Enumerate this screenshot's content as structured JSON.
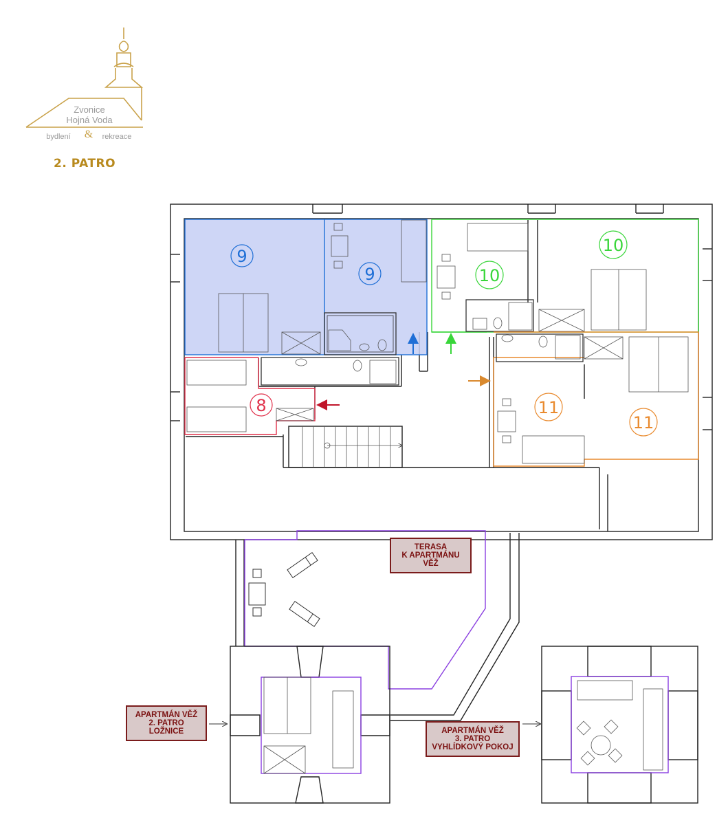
{
  "logo": {
    "line1": "Zvonice",
    "line2": "Hojná Voda",
    "line3_left": "bydlení",
    "line3_amp": "&",
    "line3_right": "rekreace",
    "color": "#c9a24a"
  },
  "floor_title": "2. PATRO",
  "units": [
    {
      "number": "9",
      "color": "#1f6fd6",
      "fill": "#c5cff5"
    },
    {
      "number": "10",
      "color": "#39d63a"
    },
    {
      "number": "11",
      "color": "#e98a2e"
    },
    {
      "number": "8",
      "color": "#e0304a"
    }
  ],
  "callouts": {
    "terasa": [
      "TERASA",
      "K APARTMÁNU",
      "VĚŽ"
    ],
    "vez2": [
      "APARTMÁN VĚŽ",
      "2. PATRO",
      "LOŽNICE"
    ],
    "vez3": [
      "APARTMÁN VĚŽ",
      "3. PATRO",
      "VYHLÍDKOVÝ POKOJ"
    ]
  },
  "colors": {
    "wall": "#222222",
    "terrace_outline": "#8a3fe0",
    "arrow_blue": "#1f6fd6",
    "arrow_green": "#39d63a",
    "arrow_orange": "#d9892e",
    "arrow_red": "#c0152a",
    "callout_border": "#7a1b1b",
    "callout_fill": "#d9c9c9"
  }
}
